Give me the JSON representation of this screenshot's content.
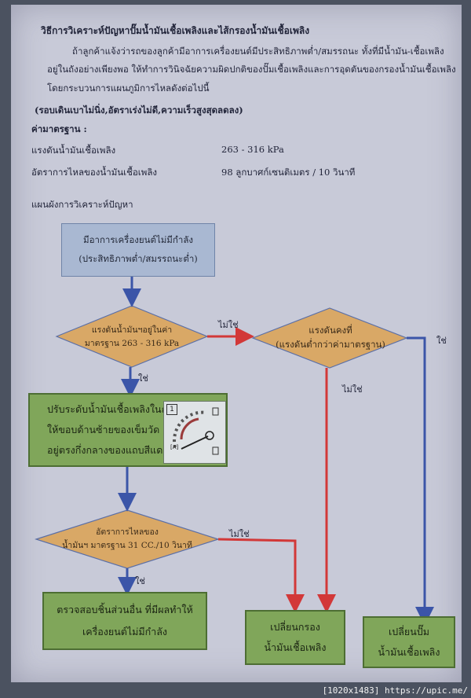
{
  "header": {
    "title": "วิธีการวิเคราะห์ปัญหาปั๊มน้ำมันเชื้อเพลิงและไส้กรองน้ำมันเชื้อเพลิง",
    "para_line1": "ถ้าลูกค้าแจ้งว่ารถของลูกค้ามีอาการเครื่องยนต์มีประสิทธิภาพต่ำ/สมรรถนะ ทั้งที่มีน้ำมัน-เชื้อเพลิง",
    "para_line2": "อยู่ในถังอย่างเพียงพอ ให้ทำการวินิจฉัยความผิดปกติของปั๊มเชื้อเพลิงและการอุดตันของกรองน้ำมันเชื้อเพลิง",
    "para_line3": "โดยกระบวนการแผนภูมิการไหลดังต่อไปนี้",
    "symptom_note": "(รอบเดินเบาไม่นิ่ง,อัตราเร่งไม่ดี,ความเร็วสูงสุดลดลง)",
    "standards_heading": "ค่ามาตรฐาน :",
    "spec1_label": "แรงดันน้ำมันเชื้อเพลิง",
    "spec1_value": "263 - 316 kPa",
    "spec2_label": "อัตราการไหลของน้ำมันเชื้อเพลิง",
    "spec2_value": "98 ลูกบาศก์เซนติเมตร / 10 วินาที",
    "chart_heading": "แผนผังการวิเคราะห์ปัญหา"
  },
  "flowchart": {
    "start_line1": "มีอาการเครื่องยนต์ไม่มีกำลัง",
    "start_line2": "(ประสิทธิภาพต่ำ/สมรรถนะต่ำ)",
    "decision1_line1": "แรงดันน้ำมันฯอยู่ในค่า",
    "decision1_line2": "มาตรฐาน 263 - 316 kPa",
    "decision2_line1": "แรงดันคงที่",
    "decision2_line2": "(แรงดันต่ำกว่าค่ามาตรฐาน)",
    "adjust_line1": "ปรับระดับน้ำมันเชื้อเพลิงในถัง",
    "adjust_line2": "ให้ขอบด้านซ้ายของเข็มวัด",
    "adjust_line3": "อยู่ตรงกึ่งกลางของแถบสีแดง",
    "gauge_badge": "1",
    "gauge_label": "[A]",
    "decision3_line1": "อัตราการไหลของ",
    "decision3_line2": "น้ำมันฯ มาตรฐาน 31 CC./10 วินาที",
    "check_line1": "ตรวจสอบชิ้นส่วนอื่น ที่มีผลทำให้",
    "check_line2": "เครื่องยนต์ไม่มีกำลัง",
    "filter_line1": "เปลี่ยนกรอง",
    "filter_line2": "น้ำมันเชื้อเพลิง",
    "pump_line1": "เปลี่ยนปั๊ม",
    "pump_line2": "น้ำมันเชื้อเพลิง",
    "yes": "ใช่",
    "no": "ไม่ใช่"
  },
  "colors": {
    "yes_arrow": "#3b55a8",
    "no_arrow": "#d23838",
    "decision_fill": "#d9a866",
    "decision_stroke": "#5b6fa6"
  },
  "footer": "[1020x1483] https://upic.me/"
}
